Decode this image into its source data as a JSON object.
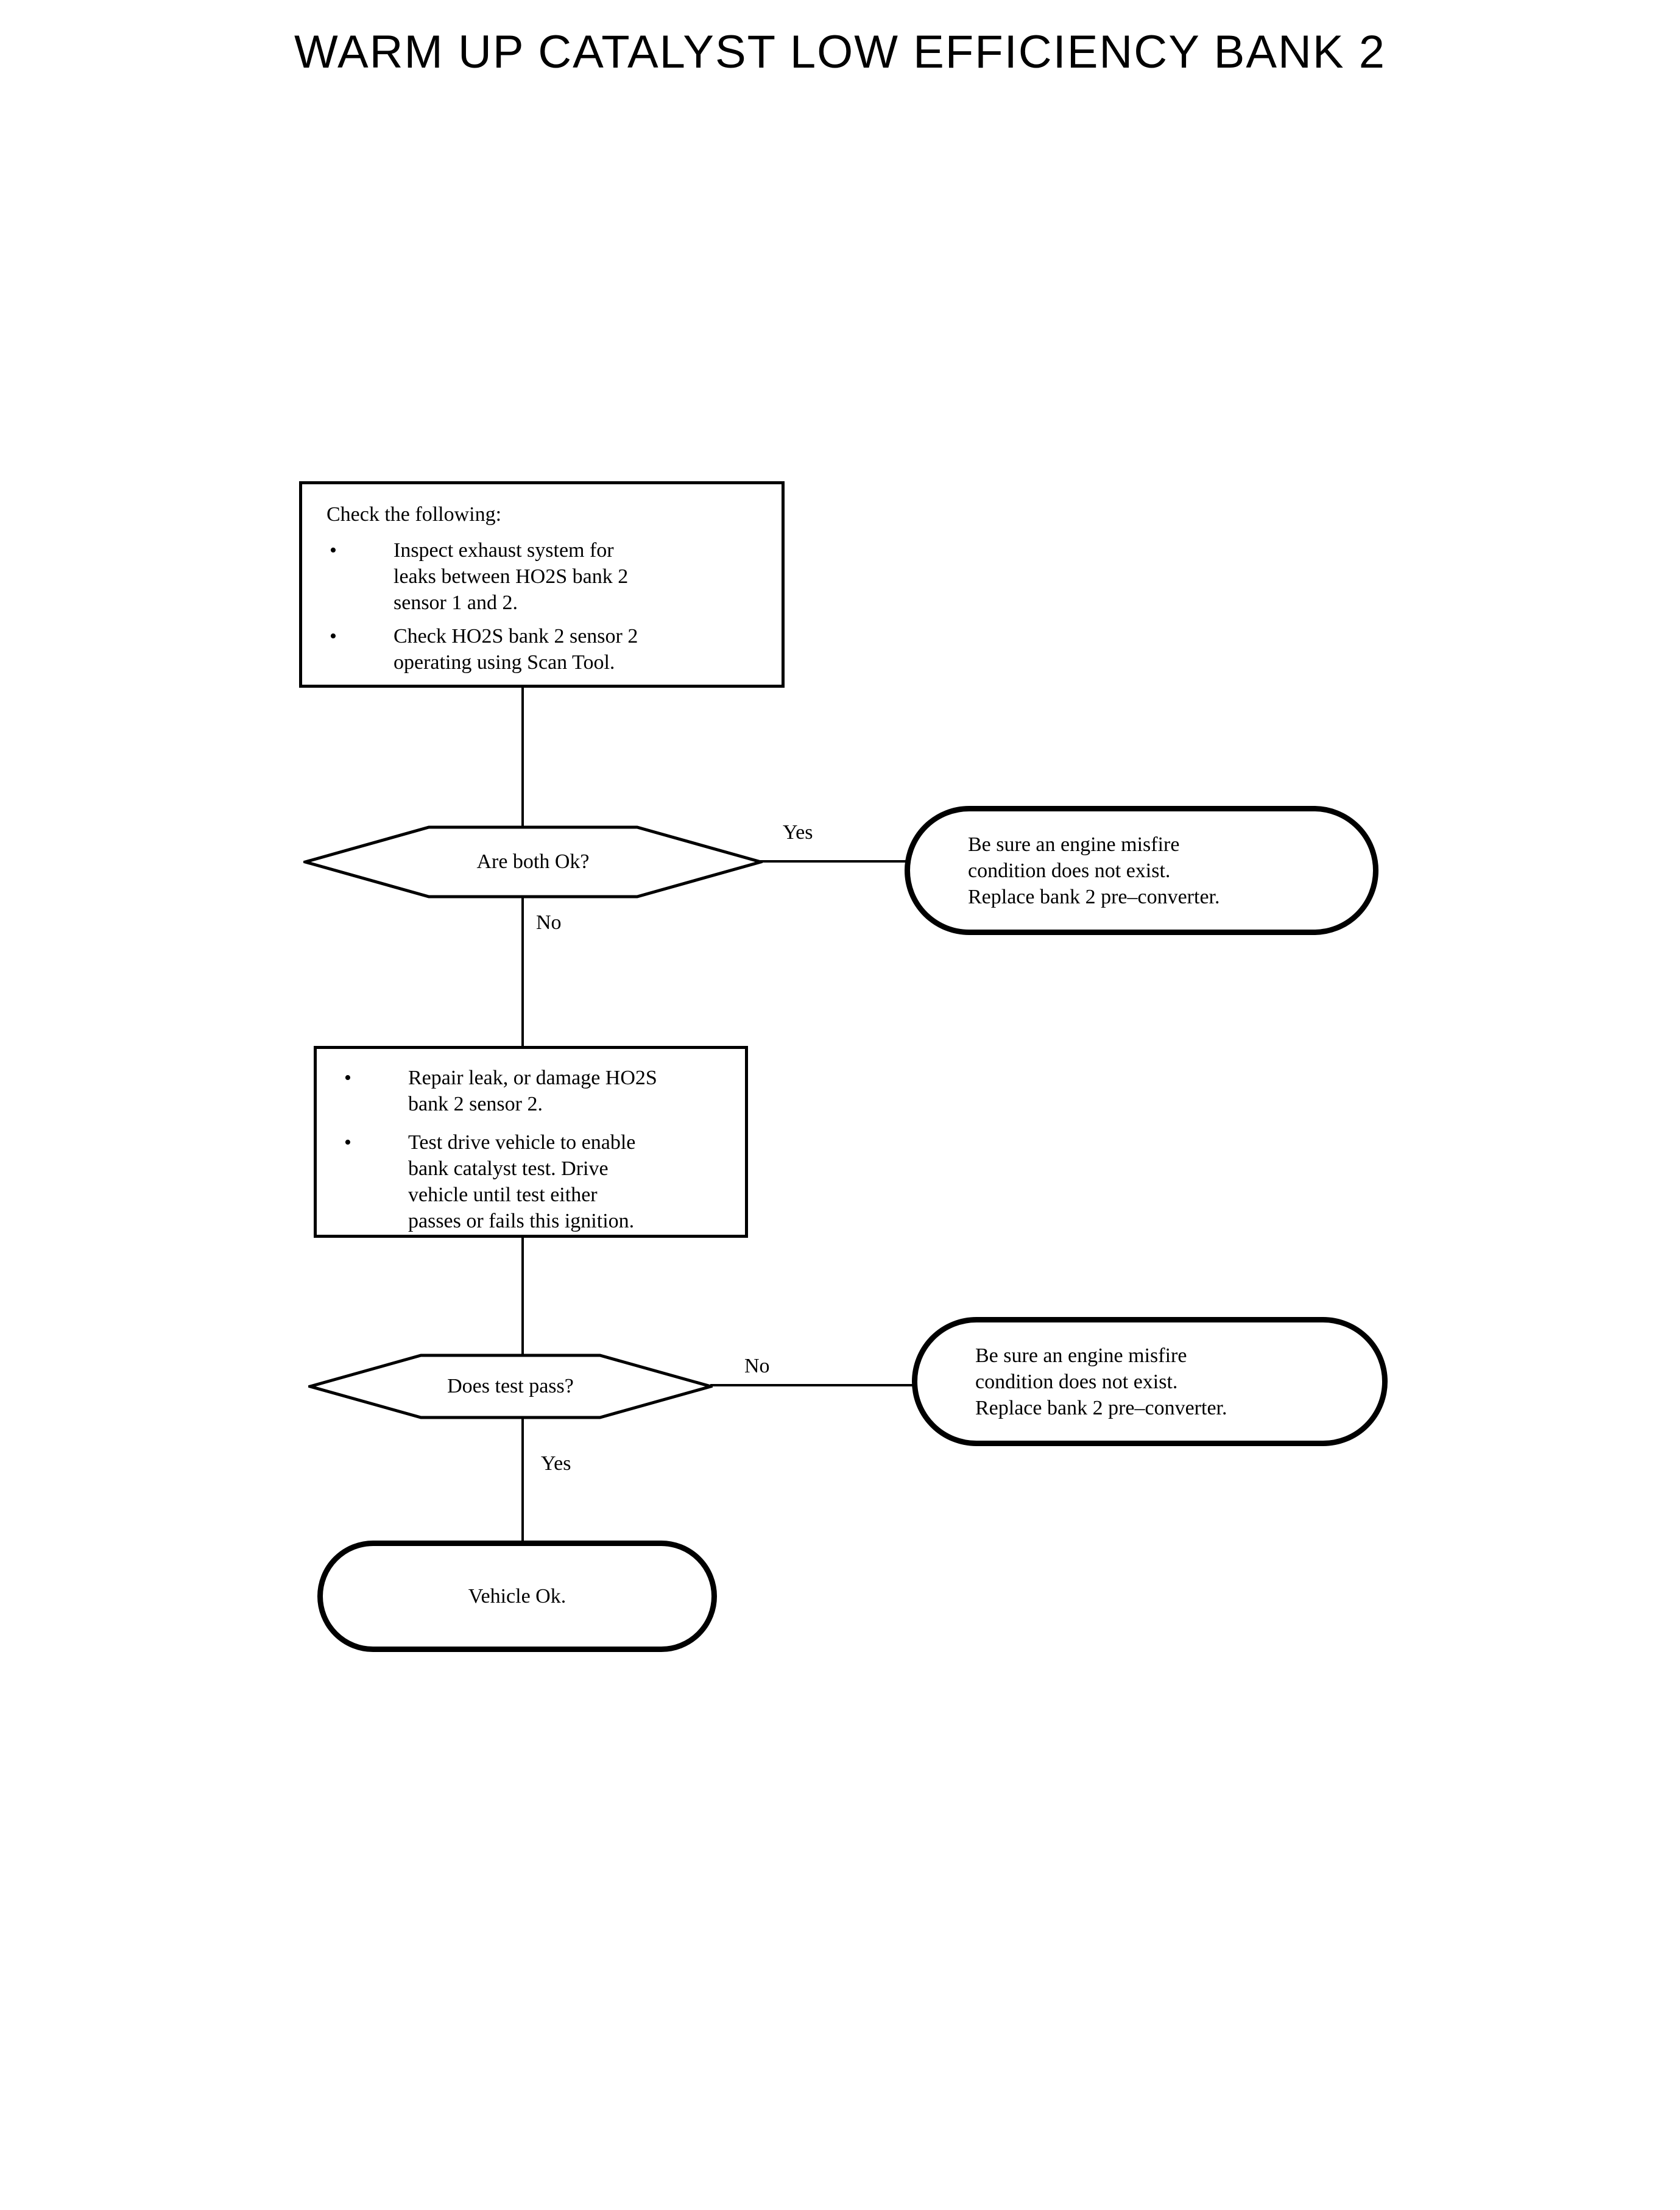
{
  "colors": {
    "ink": "#000000",
    "background": "#ffffff"
  },
  "title": "WARM UP CATALYST LOW EFFICIENCY BANK 2",
  "flowchart": {
    "bullet_char": "•",
    "box1": {
      "intro": "Check the following:",
      "bullets": [
        "Inspect exhaust system for\nleaks between HO2S bank 2\nsensor 1 and 2.",
        "Check HO2S bank 2 sensor 2\noperating using Scan Tool."
      ]
    },
    "decision1": {
      "label": "Are both Ok?",
      "yes_label": "Yes",
      "no_label": "No"
    },
    "terminal_misfire_1": "Be sure an engine misfire\ncondition does not exist.\nReplace bank 2 pre–converter.",
    "box2": {
      "bullets": [
        "Repair leak, or damage HO2S\nbank 2 sensor 2.",
        "Test drive vehicle to enable\nbank  catalyst test. Drive\nvehicle until test either\npasses or fails this ignition."
      ]
    },
    "decision2": {
      "label": "Does test pass?",
      "no_label": "No",
      "yes_label": "Yes"
    },
    "terminal_misfire_2": "Be sure an engine misfire\ncondition does not exist.\nReplace bank 2 pre–converter.",
    "terminal_ok": "Vehicle Ok."
  }
}
